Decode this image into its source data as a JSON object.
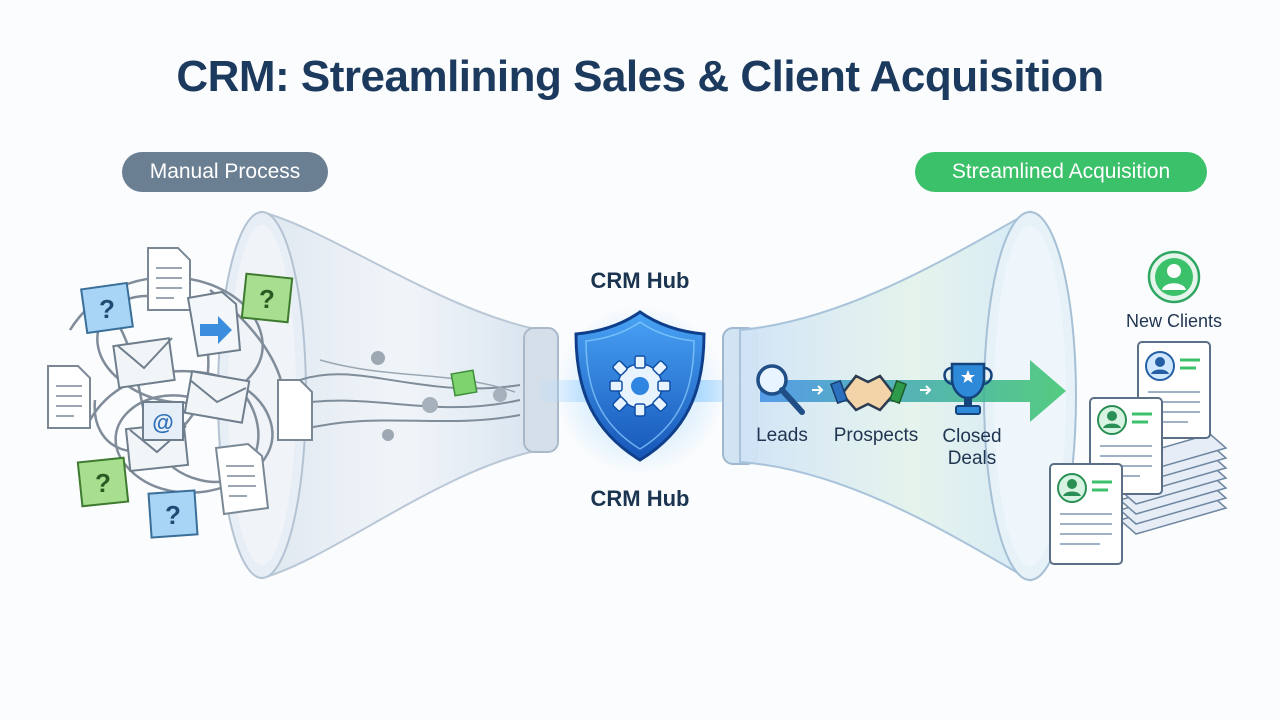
{
  "title": "CRM: Streamlining Sales & Client Acquisition",
  "left_badge": "Manual Process",
  "right_badge": "Streamlined Acquisition",
  "hub": {
    "label_top": "CRM Hub",
    "label_bottom": "CRM Hub"
  },
  "pipeline": {
    "stages": [
      "Leads",
      "Prospects",
      "Closed Deals"
    ]
  },
  "output_label": "New Clients",
  "colors": {
    "title": "#1b3a5e",
    "manual_badge": "#6b7f93",
    "streamlined_badge": "#3cc16b",
    "shield": "#1e73d8",
    "accent_green": "#35c36a",
    "accent_blue": "#2d7fe0"
  },
  "icons": {
    "left_cluster": [
      "document-icon",
      "email-icon",
      "question-icon",
      "at-sign-icon",
      "arrow-icon"
    ],
    "hub": "shield-gear-icon",
    "stages": [
      "magnifier-icon",
      "handshake-icon",
      "trophy-icon"
    ],
    "output": [
      "user-avatar-icon",
      "client-profile-card-icon"
    ]
  }
}
